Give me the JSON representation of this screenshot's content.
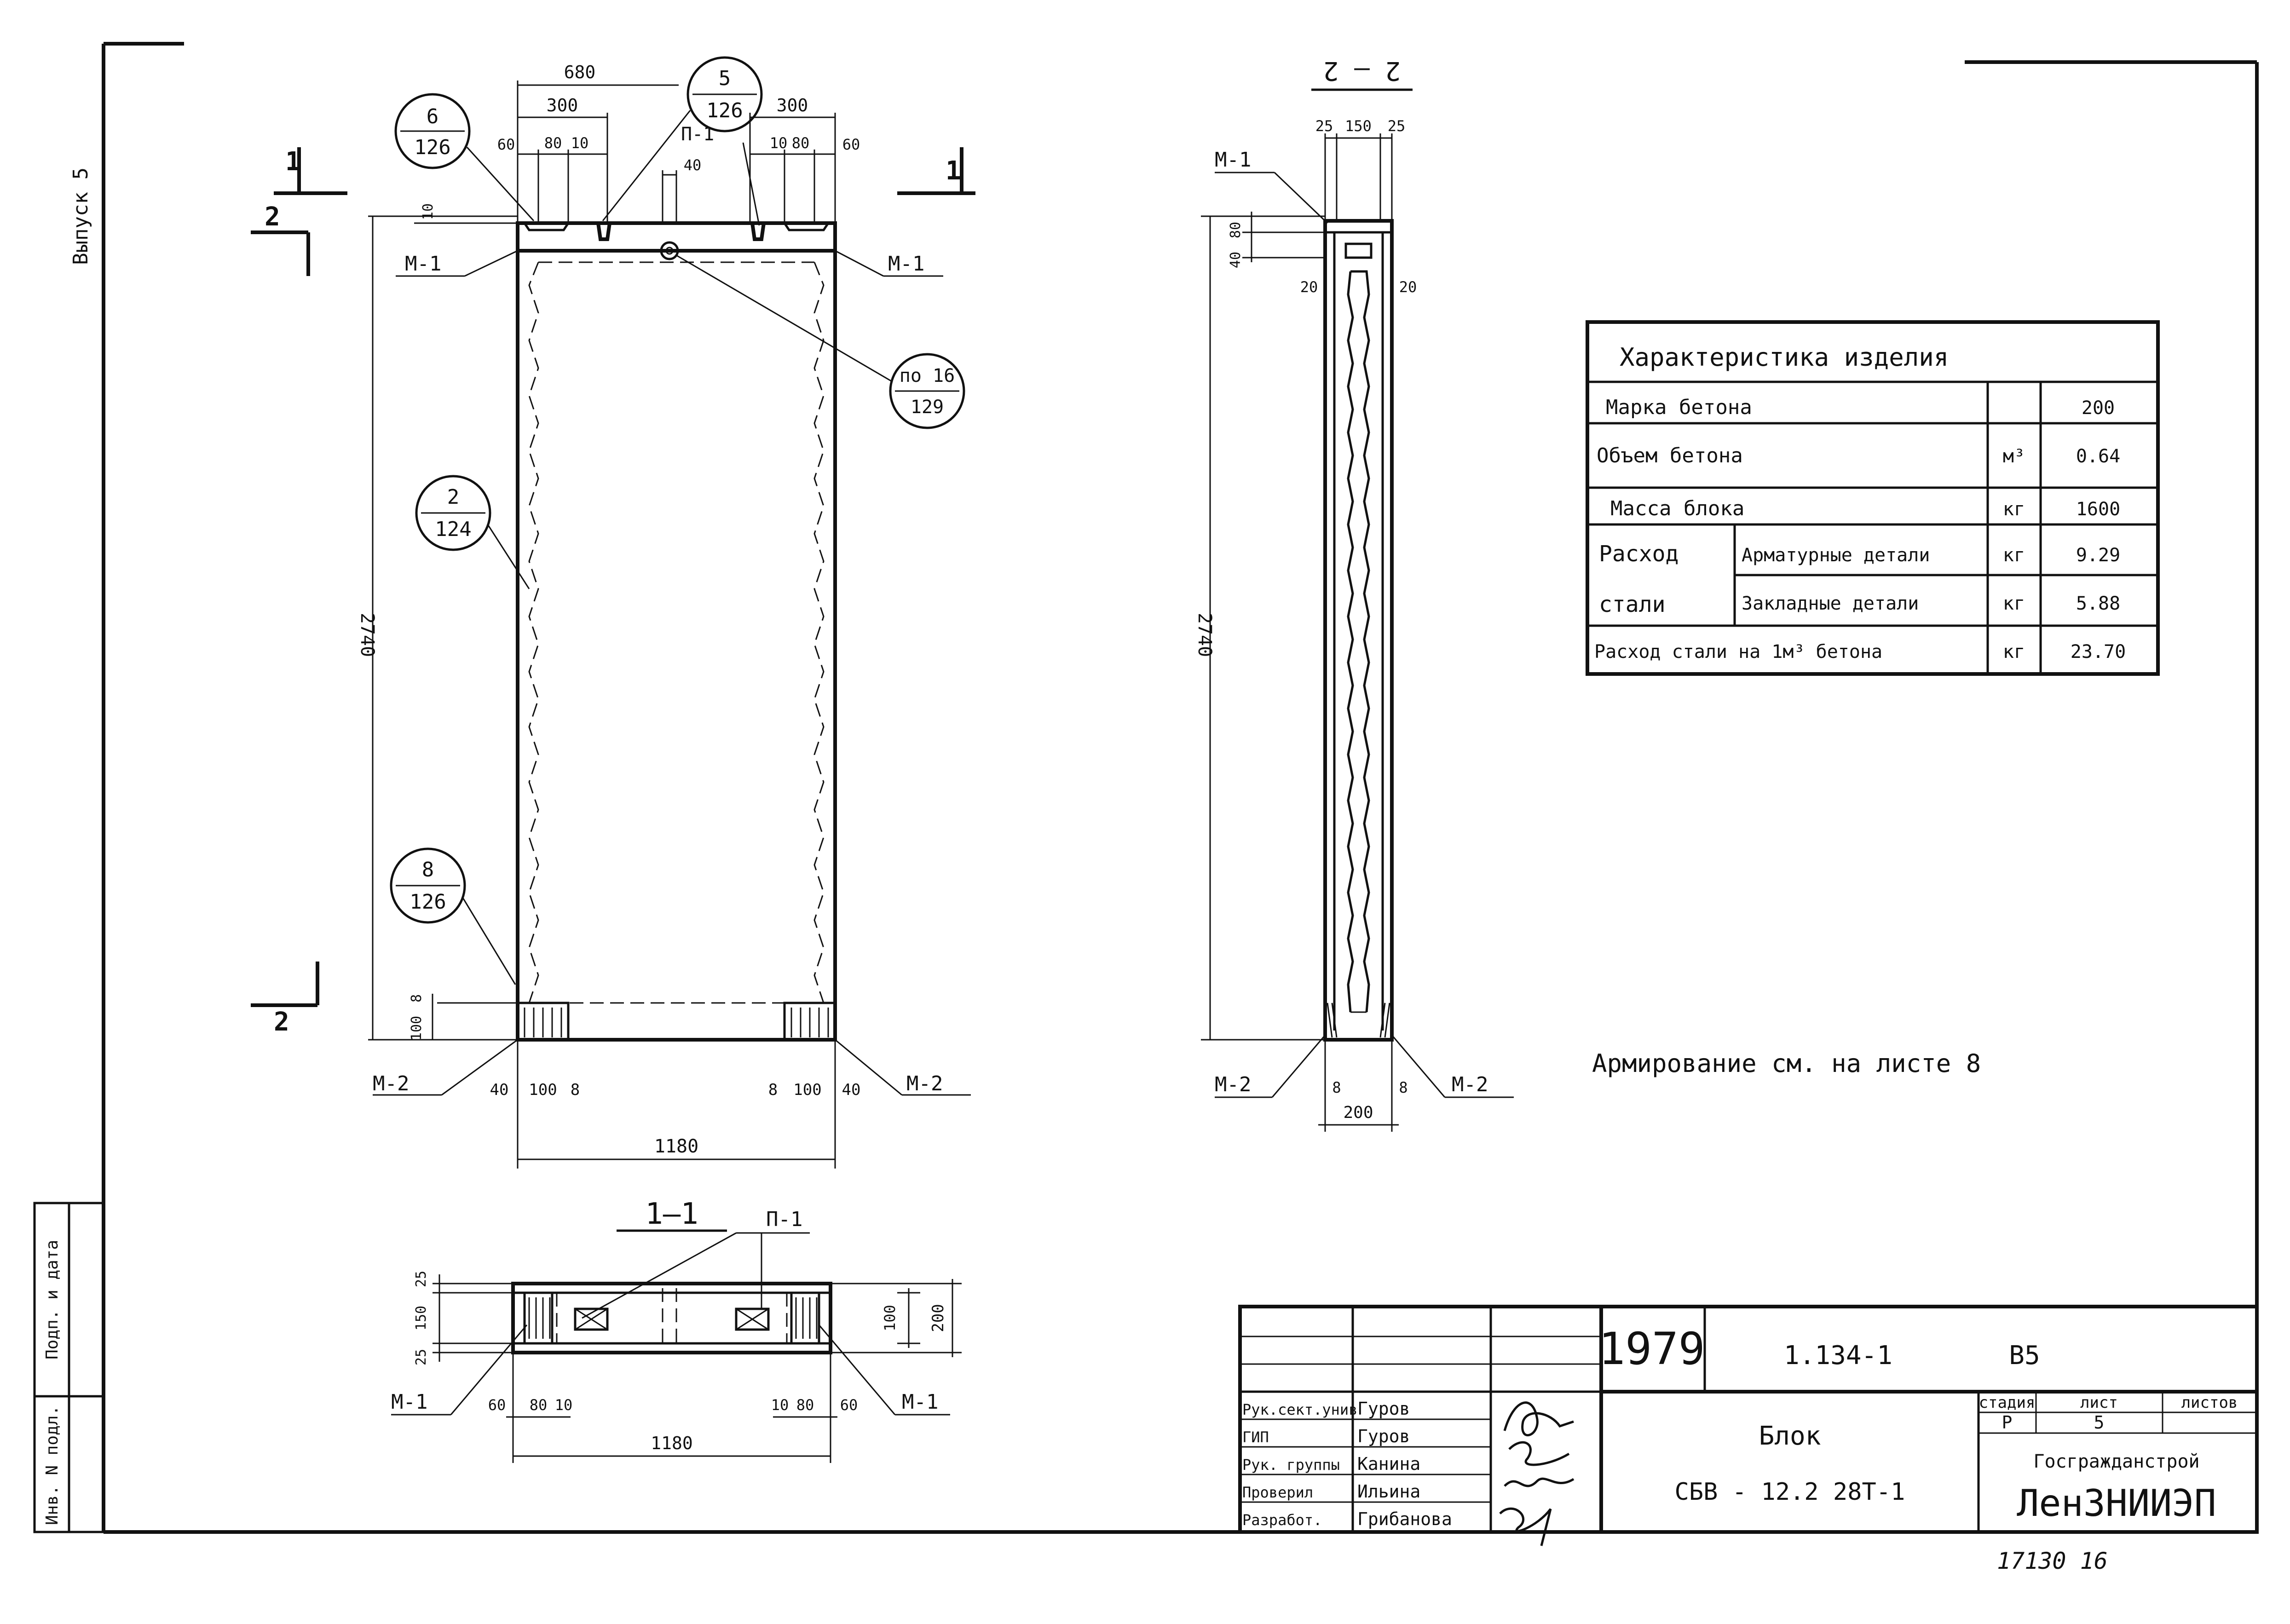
{
  "sheet": {
    "side_label": "Выпуск 5",
    "side_table": {
      "inv": "Инв. N подл.",
      "sign": "Подп. и дата"
    },
    "bottom_note": "17130  16"
  },
  "front_view": {
    "dims": {
      "top_total": "680",
      "top_left": "300",
      "top_right": "300",
      "left_60": "60",
      "left_80": "80",
      "left_10": "10",
      "right_10": "10",
      "right_80": "80",
      "right_60": "60",
      "d40": "40",
      "d10": "10",
      "height": "2740",
      "bot_100": "100",
      "bot_8": "8",
      "b_40_l": "40",
      "b_100_l": "100",
      "b_8_l": "8",
      "b_8_r": "8",
      "b_100_r": "100",
      "b_40_r": "40",
      "width": "1180"
    },
    "section_marks": {
      "s1_left": "1",
      "s1_right": "1",
      "s2_top": "2",
      "s2_bottom": "2"
    },
    "labels": {
      "m1_left": "М-1",
      "m1_right": "М-1",
      "p1": "П-1",
      "m2_left": "М-2",
      "m2_right": "М-2"
    },
    "callouts": [
      {
        "num": "6",
        "sheet": "126"
      },
      {
        "num": "5",
        "sheet": "126"
      },
      {
        "num": "по 16",
        "sheet": "129"
      },
      {
        "num": "2",
        "sheet": "124"
      },
      {
        "num": "8",
        "sheet": "126"
      }
    ]
  },
  "section_22": {
    "title": "2 — 2",
    "dims": {
      "w25a": "25",
      "w150": "150",
      "w25b": "25",
      "h40": "40",
      "h80": "80",
      "s20l": "20",
      "s20r": "20",
      "height": "2740",
      "b8l": "8",
      "b8r": "8",
      "width": "200"
    },
    "labels": {
      "m1": "М-1",
      "m2_left": "М-2",
      "m2_right": "М-2"
    }
  },
  "section_11": {
    "title": "1—1",
    "dims": {
      "v25a": "25",
      "v150": "150",
      "v25b": "25",
      "r100": "100",
      "r200": "200",
      "l60": "60",
      "l80": "80",
      "l10": "10",
      "r10": "10",
      "r80": "80",
      "r60": "60",
      "width": "1180"
    },
    "labels": {
      "p1": "П-1",
      "m1_left": "М-1",
      "m1_right": "М-1"
    }
  },
  "characteristics": {
    "title": "Характеристика изделия",
    "rows": [
      {
        "name": "Марка бетона",
        "unit": "",
        "value": "200"
      },
      {
        "name": "Объем бетона",
        "unit": "м³",
        "value": "0.64"
      },
      {
        "name": "Масса блока",
        "unit": "кг",
        "value": "1600"
      }
    ],
    "steel_group": {
      "label_top": "Расход",
      "label_bottom": "стали",
      "items": [
        {
          "name": "Арматурные детали",
          "unit": "кг",
          "value": "9.29"
        },
        {
          "name": "Закладные детали",
          "unit": "кг",
          "value": "5.88"
        }
      ]
    },
    "per_m3": {
      "name": "Расход стали на 1м³ бетона",
      "unit": "кг",
      "value": "23.70"
    }
  },
  "note": "Армирование см. на листе 8",
  "title_block": {
    "year": "1979",
    "series": "1.134-1",
    "issue": "В5",
    "name": "Блок",
    "code": "СБВ - 12.2  28Т-1",
    "stage_hdr": "стадия",
    "sheet_hdr": "лист",
    "sheets_hdr": "листов",
    "stage": "Р",
    "sheet": "5",
    "sheets": "",
    "org1": "Госгражданстрой",
    "org2": "ЛенЗНИИЭП",
    "people": [
      {
        "role": "Рук.сект.унив",
        "name": "Гуров"
      },
      {
        "role": "ГИП",
        "name": "Гуров"
      },
      {
        "role": "Рук. группы",
        "name": "Канина"
      },
      {
        "role": "Проверил",
        "name": "Ильина"
      },
      {
        "role": "Разработ.",
        "name": "Грибанова"
      }
    ]
  }
}
